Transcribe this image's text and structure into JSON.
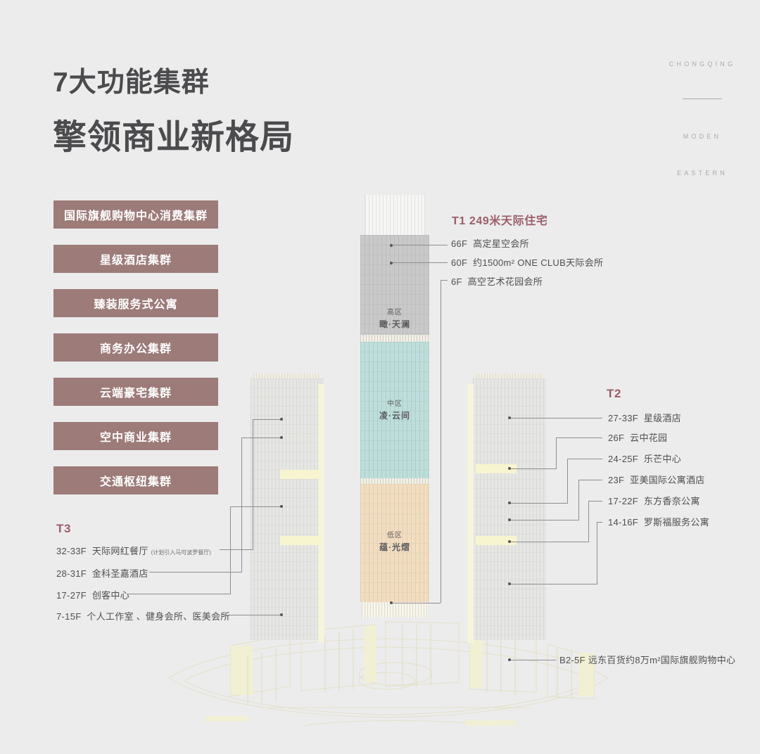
{
  "heading": {
    "line1": "7大功能集群",
    "line2": "擎领商业新格局"
  },
  "brand": {
    "word1": "CHONGQING",
    "word2": "MODEN",
    "word3": "EASTERN"
  },
  "clusters": [
    {
      "label": "国际旗舰购物中心消费集群"
    },
    {
      "label": "星级酒店集群"
    },
    {
      "label": "臻装服务式公寓"
    },
    {
      "label": "商务办公集群"
    },
    {
      "label": "云端豪宅集群"
    },
    {
      "label": "空中商业集群"
    },
    {
      "label": "交通枢纽集群"
    }
  ],
  "towers": {
    "t1": {
      "title": "T1 249米天际住宅",
      "zones": [
        {
          "tier": "高区",
          "name": "瞰·天澜"
        },
        {
          "tier": "中区",
          "name": "凌·云间"
        },
        {
          "tier": "低区",
          "name": "蕴·光熠"
        }
      ],
      "items": [
        {
          "floors": "66F",
          "text": "高定星空会所"
        },
        {
          "floors": "60F",
          "text": "约1500m² ONE CLUB天际会所"
        },
        {
          "floors": "6F",
          "text": "高空艺术花园会所"
        }
      ]
    },
    "t2": {
      "title": "T2",
      "items": [
        {
          "floors": "27-33F",
          "text": "星级酒店"
        },
        {
          "floors": "26F",
          "text": "云中花园"
        },
        {
          "floors": "24-25F",
          "text": "乐芒中心"
        },
        {
          "floors": "23F",
          "text": "亚美国际公寓酒店"
        },
        {
          "floors": "17-22F",
          "text": "东方香奈公寓"
        },
        {
          "floors": "14-16F",
          "text": "罗斯福服务公寓"
        }
      ]
    },
    "t3": {
      "title": "T3",
      "items": [
        {
          "floors": "32-33F",
          "text": "天际网红餐厅",
          "note": "(计划引入马可波罗餐厅)"
        },
        {
          "floors": "28-31F",
          "text": "金科圣嘉酒店",
          "note": ""
        },
        {
          "floors": "17-27F",
          "text": "创客中心",
          "note": ""
        },
        {
          "floors": "7-15F",
          "text": "个人工作室 、健身会所、医美会所",
          "note": ""
        }
      ]
    },
    "podium": {
      "label": "B2-5F  远东百货约8万m²国际旗舰购物中心"
    }
  },
  "colors": {
    "background": "#ececed",
    "cluster_button": "#9c7b79",
    "tower_accent": "#9c5e68",
    "zone_high": "#c9c9c9",
    "zone_mid": "#bfdedb",
    "zone_low": "#f1ddc1",
    "heading_text": "#4b4b4d",
    "leader_line": "#8e8e92"
  }
}
